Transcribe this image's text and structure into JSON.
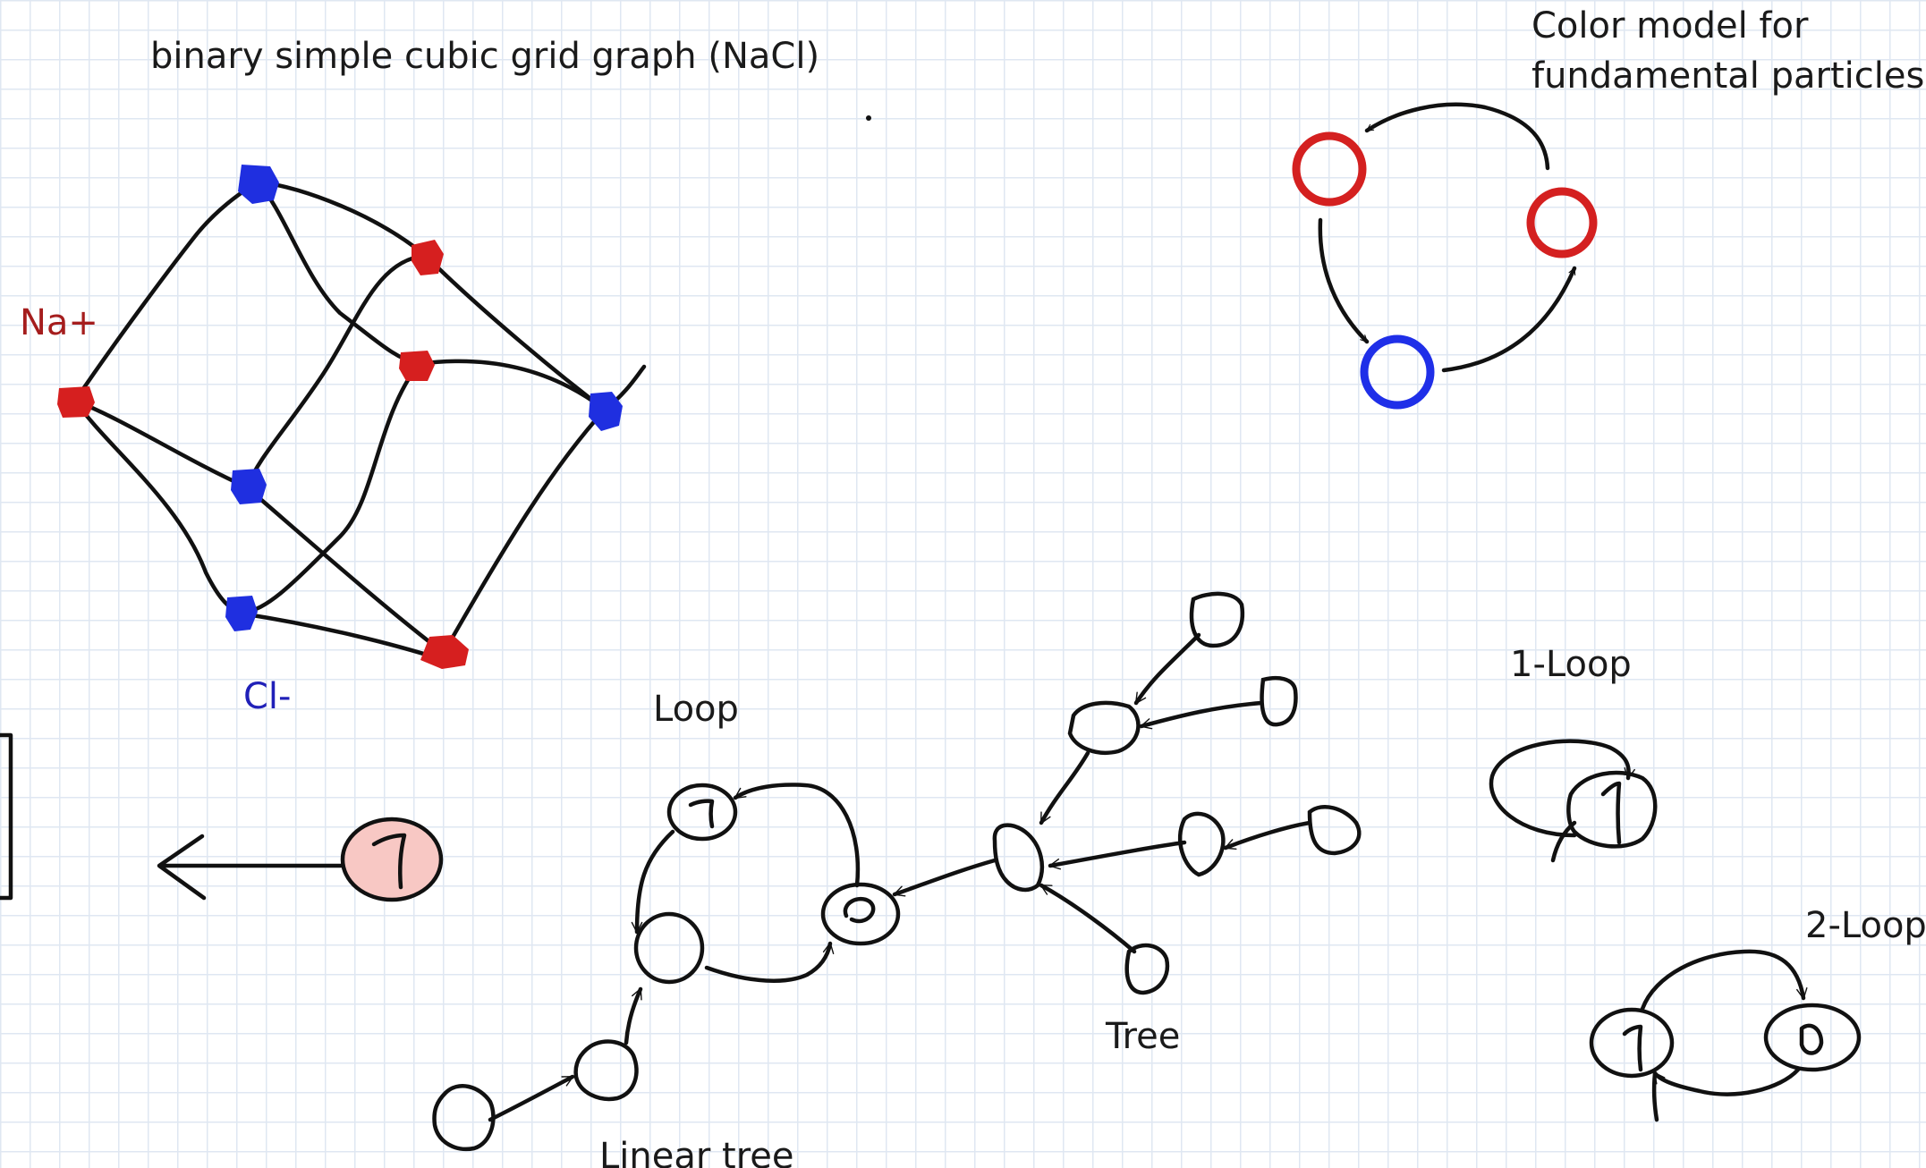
{
  "colors": {
    "na_plus": "#d61f1f",
    "cl_minus": "#1f2fe0",
    "ring_red": "#d42020",
    "ring_blue": "#1f2fe8",
    "marked_node_fill": "#f8c8c4",
    "ink": "#111111",
    "grid": "#dfe7f2"
  },
  "labels": {
    "nacl_title": "binary simple cubic grid graph (NaCl)",
    "na_plus": "Na+",
    "cl_minus": "Cl-",
    "color_model_line1": "Color model for",
    "color_model_line2": "fundamental particles",
    "loop": "Loop",
    "tree": "Tree",
    "linear_tree": "Linear tree",
    "one_loop": "1-Loop",
    "two_loop": "2-Loop"
  },
  "node_digits": {
    "marked_node": "1",
    "one_loop_node": "1",
    "two_loop_left": "1",
    "two_loop_right": "0"
  },
  "nacl_graph": {
    "vertices": [
      {
        "id": "na-left",
        "ion": "Na+"
      },
      {
        "id": "cl-top",
        "ion": "Cl-"
      },
      {
        "id": "na-topright",
        "ion": "Na+"
      },
      {
        "id": "na-center",
        "ion": "Na+"
      },
      {
        "id": "cl-right",
        "ion": "Cl-"
      },
      {
        "id": "cl-middle",
        "ion": "Cl-"
      },
      {
        "id": "cl-bottomleft",
        "ion": "Cl-"
      },
      {
        "id": "na-bottom",
        "ion": "Na+"
      }
    ],
    "edges": [
      [
        "na-left",
        "cl-top"
      ],
      [
        "cl-top",
        "na-topright"
      ],
      [
        "cl-top",
        "na-center"
      ],
      [
        "na-topright",
        "cl-right"
      ],
      [
        "na-topright",
        "cl-middle"
      ],
      [
        "na-center",
        "cl-right"
      ],
      [
        "na-left",
        "cl-middle"
      ],
      [
        "na-left",
        "cl-bottomleft"
      ],
      [
        "na-center",
        "cl-bottomleft"
      ],
      [
        "cl-middle",
        "na-bottom"
      ],
      [
        "cl-bottomleft",
        "na-bottom"
      ],
      [
        "cl-right",
        "na-bottom"
      ]
    ]
  },
  "color_model": {
    "circles": [
      "red",
      "red",
      "blue"
    ],
    "cycle": "directed 3-cycle"
  }
}
